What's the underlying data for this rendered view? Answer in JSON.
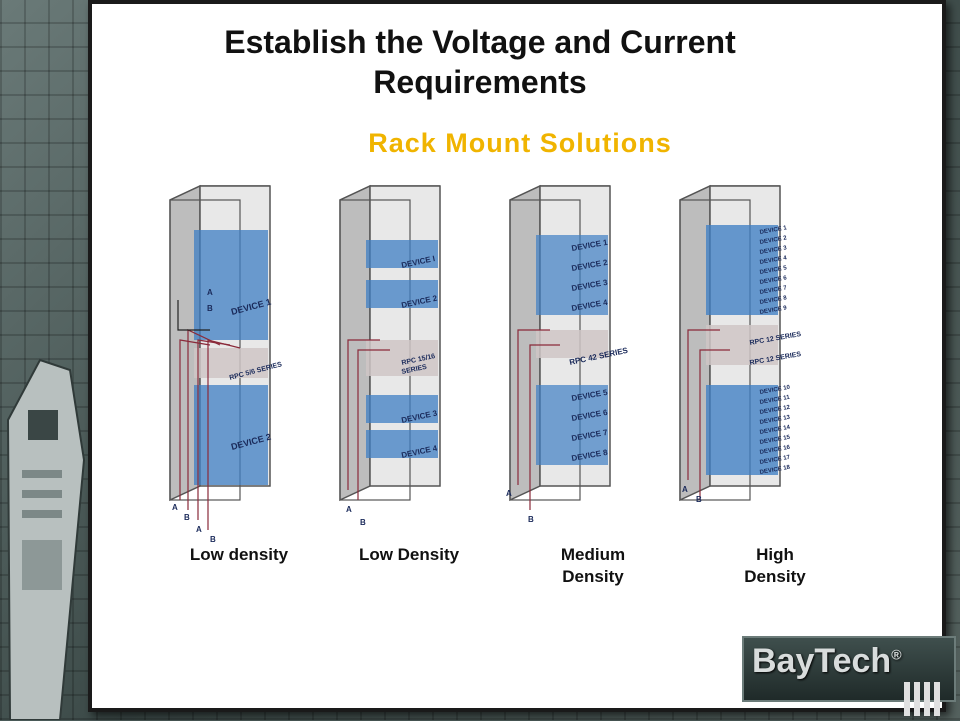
{
  "slide": {
    "title_line1": "Establish the Voltage and Current",
    "title_line2": "Requirements",
    "subtitle": "Rack Mount Solutions"
  },
  "racks": [
    {
      "caption_line1": "Low density",
      "caption_line2": "",
      "devices": [
        "DEVICE 1",
        "DEVICE 2"
      ],
      "series": [
        "RPC 5/6 SERIES"
      ],
      "wires": [
        "A",
        "B",
        "A",
        "B"
      ],
      "inlets": [
        "A",
        "B"
      ]
    },
    {
      "caption_line1": "Low Density",
      "caption_line2": "",
      "devices": [
        "DEVICE I",
        "DEVICE 2",
        "DEVICE 3",
        "DEVICE 4"
      ],
      "series": [
        "RPC 15/16",
        "SERIES"
      ],
      "wires": [
        "A",
        "B"
      ]
    },
    {
      "caption_line1": "Medium",
      "caption_line2": "Density",
      "devices": [
        "DEVICE 1",
        "DEVICE 2",
        "DEVICE 3",
        "DEVICE 4",
        "DEVICE 5",
        "DEVICE 6",
        "DEVICE 7",
        "DEVICE 8"
      ],
      "series": [
        "RPC 42 SERIES"
      ],
      "wires": [
        "A",
        "B"
      ]
    },
    {
      "caption_line1": "High",
      "caption_line2": "Density",
      "devices": [
        "DEVICE 1",
        "DEVICE 2",
        "DEVICE 3",
        "DEVICE 4",
        "DEVICE 5",
        "DEVICE 6",
        "DEVICE 7",
        "DEVICE 8",
        "DEVICE 9",
        "DEVICE 10",
        "DEVICE 11",
        "DEVICE 12",
        "DEVICE 13",
        "DEVICE 14",
        "DEVICE 15",
        "DEVICE 16",
        "DEVICE 17",
        "DEVICE 18"
      ],
      "series": [
        "RPC 12 SERIES",
        "RPC 12 SERIES"
      ],
      "wires": [
        "A",
        "B"
      ]
    }
  ],
  "logo": {
    "text": "BayTech",
    "mark": "®"
  },
  "colors": {
    "subtitle": "#f0b400",
    "device_blue": "#3f7fc4",
    "rack_gray": "#c8c8c8",
    "wire": "#8a2a3a"
  }
}
